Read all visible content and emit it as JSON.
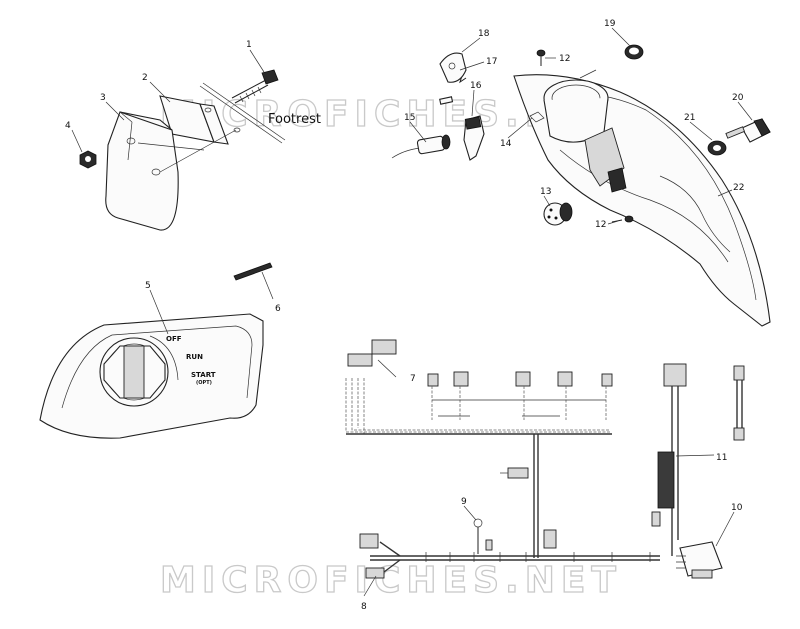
{
  "watermark": "MICROFICHES.NET",
  "labels": {
    "footrest": "Footrest",
    "off": "OFF",
    "run": "RUN",
    "start": "START",
    "opt": "(OPT)"
  },
  "callouts": [
    {
      "id": "1",
      "text": "1"
    },
    {
      "id": "2",
      "text": "2"
    },
    {
      "id": "3",
      "text": "3"
    },
    {
      "id": "4",
      "text": "4"
    },
    {
      "id": "5",
      "text": "5"
    },
    {
      "id": "6",
      "text": "6"
    },
    {
      "id": "7",
      "text": "7"
    },
    {
      "id": "8",
      "text": "8"
    },
    {
      "id": "9",
      "text": "9"
    },
    {
      "id": "10",
      "text": "10"
    },
    {
      "id": "11",
      "text": "11"
    },
    {
      "id": "12a",
      "text": "12"
    },
    {
      "id": "12b",
      "text": "12"
    },
    {
      "id": "13",
      "text": "13"
    },
    {
      "id": "14",
      "text": "14"
    },
    {
      "id": "15",
      "text": "15"
    },
    {
      "id": "16",
      "text": "16"
    },
    {
      "id": "17",
      "text": "17"
    },
    {
      "id": "18",
      "text": "18"
    },
    {
      "id": "19",
      "text": "19"
    },
    {
      "id": "20",
      "text": "20"
    },
    {
      "id": "21",
      "text": "21"
    },
    {
      "id": "22",
      "text": "22"
    }
  ]
}
